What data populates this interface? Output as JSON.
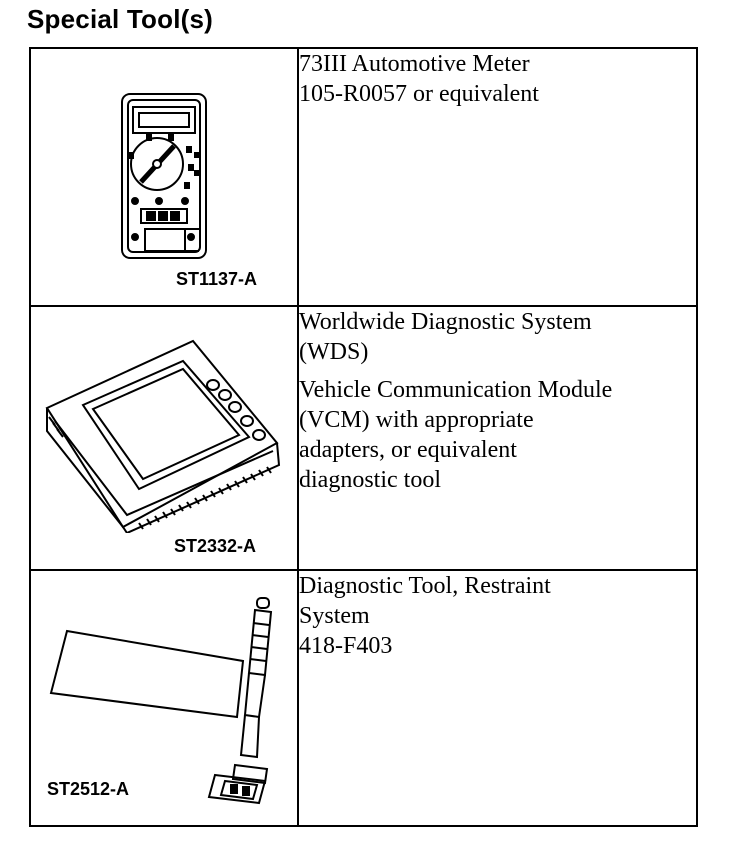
{
  "heading": "Special Tool(s)",
  "tools": [
    {
      "ref": "ST1137-A",
      "icon": "multimeter-icon",
      "lines": [
        "73III Automotive Meter",
        "105-R0057 or equivalent"
      ]
    },
    {
      "ref": "ST2332-A",
      "icon": "diagnostic-device-icon",
      "paragraph1": [
        "Worldwide Diagnostic System",
        "(WDS)"
      ],
      "paragraph2": [
        "Vehicle Communication Module",
        "(VCM) with appropriate",
        "adapters, or equivalent",
        "diagnostic tool"
      ]
    },
    {
      "ref": "ST2512-A",
      "icon": "restraint-diagnostic-tool-icon",
      "lines": [
        "Diagnostic Tool, Restraint",
        "System",
        "418-F403"
      ]
    }
  ]
}
